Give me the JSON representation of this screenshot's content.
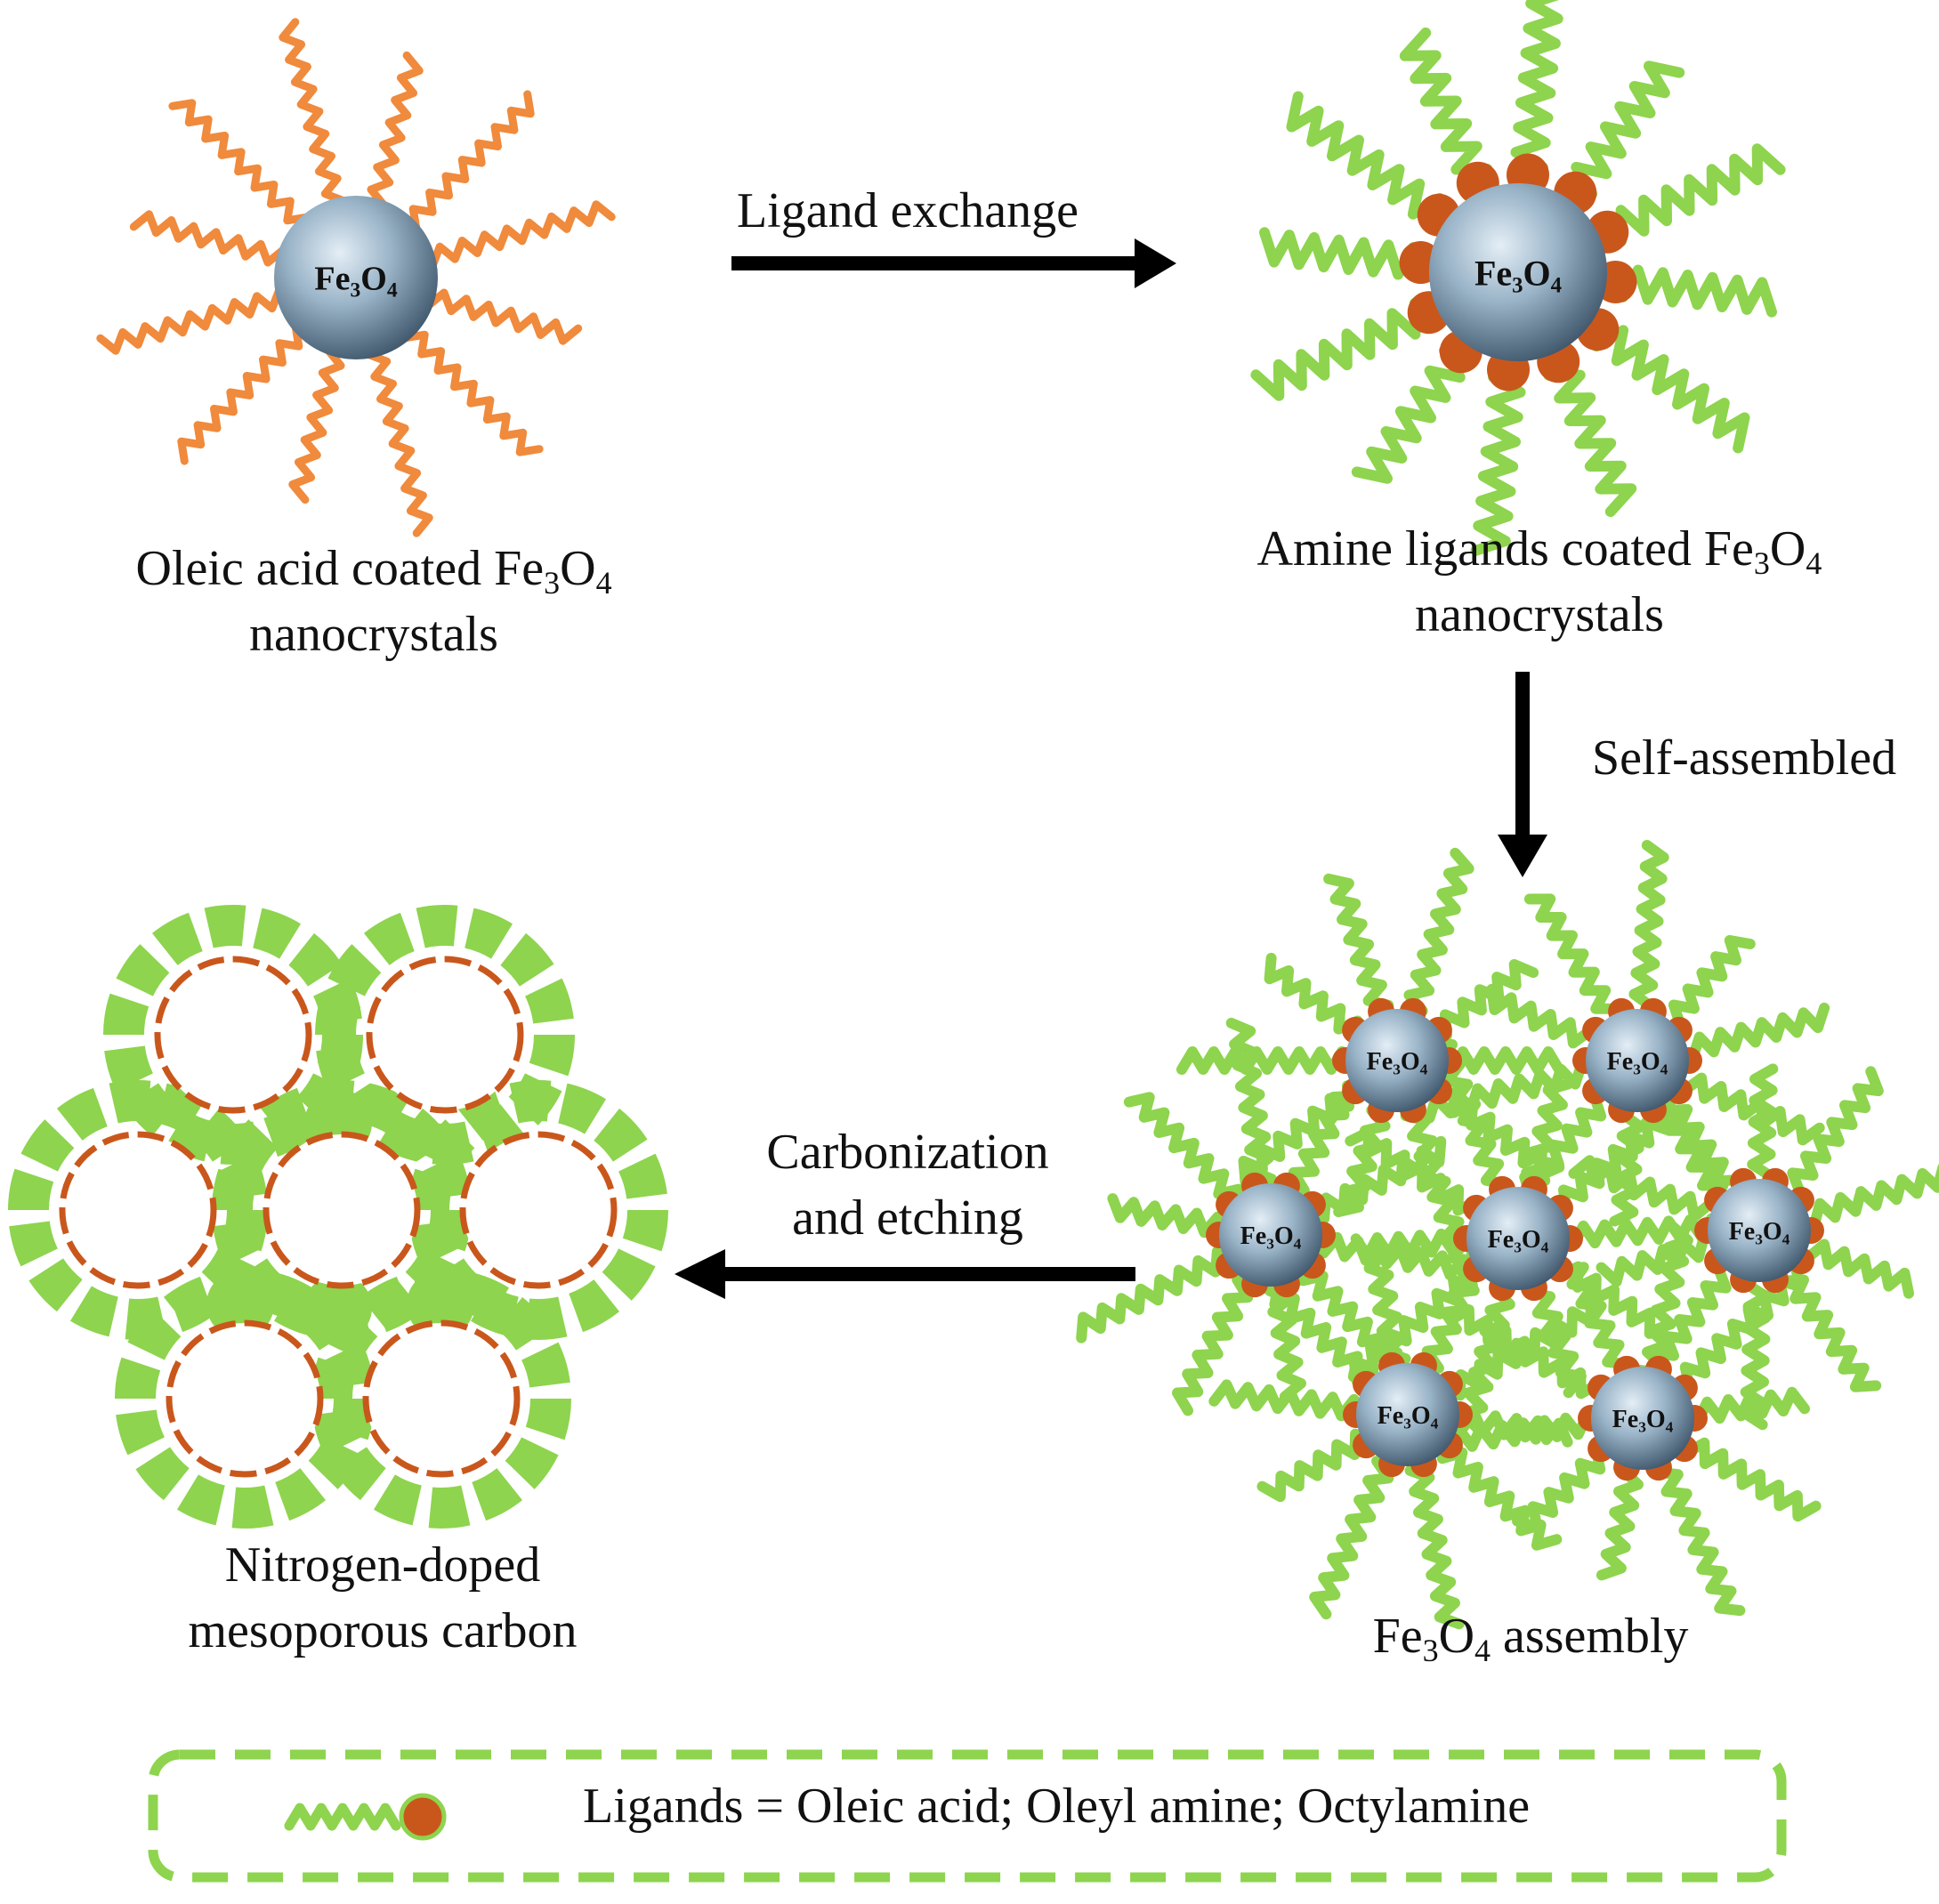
{
  "labels": {
    "oleic_coated_line1": "Oleic acid coated Fe",
    "oleic_coated_sub3": "3",
    "oleic_coated_O": "O",
    "oleic_coated_sub4": "4",
    "oleic_coated_line2": "nanocrystals",
    "amine_coated_line1": "Amine ligands coated Fe",
    "amine_coated_sub3": "3",
    "amine_coated_O": "O",
    "amine_coated_sub4": "4",
    "amine_coated_line2": "nanocrystals",
    "assembly_Fe": "Fe",
    "assembly_sub3": "3",
    "assembly_O": "O",
    "assembly_sub4": "4",
    "assembly_rest": " assembly",
    "carbon_line1": "Nitrogen-doped",
    "carbon_line2": "mesoporous carbon"
  },
  "steps": {
    "ligand_exchange": "Ligand exchange",
    "self_assembled": "Self-assembled",
    "carbonization_line1": "Carbonization",
    "carbonization_line2": "and etching"
  },
  "particle_label": {
    "Fe": "Fe",
    "sub3": "3",
    "O": "O",
    "sub4": "4"
  },
  "legend": {
    "text": "Ligands = Oleic acid; Oleyl amine; Octylamine"
  },
  "colors": {
    "oleic_chain": "#F08A3C",
    "amine_chain": "#8ED44E",
    "head_group": "#C9571C",
    "particle_dark": "#4B6378",
    "particle_light": "#C7D8E6",
    "arrow": "#000000"
  }
}
